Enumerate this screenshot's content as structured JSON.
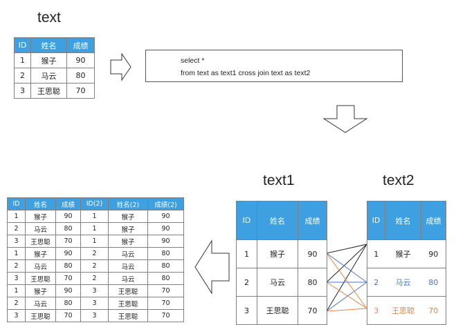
{
  "source": {
    "title": "text",
    "headers": [
      "ID",
      "姓名",
      "成绩"
    ],
    "rows": [
      [
        "1",
        "猴子",
        "90"
      ],
      [
        "2",
        "马云",
        "80"
      ],
      [
        "3",
        "王思聪",
        "70"
      ]
    ]
  },
  "sql": {
    "line1": "select *",
    "line2": "from text as text1 cross join text as text2"
  },
  "text1": {
    "title": "text1",
    "headers": [
      "ID",
      "姓名",
      "成绩"
    ],
    "rows": [
      [
        "1",
        "猴子",
        "90"
      ],
      [
        "2",
        "马云",
        "80"
      ],
      [
        "3",
        "王思聪",
        "70"
      ]
    ]
  },
  "text2": {
    "title": "text2",
    "headers": [
      "ID",
      "姓名",
      "成绩"
    ],
    "rows": [
      [
        "1",
        "猴子",
        "90"
      ],
      [
        "2",
        "马云",
        "80"
      ],
      [
        "3",
        "王思聪",
        "70"
      ]
    ]
  },
  "result": {
    "headers": [
      "ID",
      "姓名",
      "成绩",
      "ID(2)",
      "姓名(2)",
      "成绩(2)"
    ],
    "rows": [
      [
        "1",
        "猴子",
        "90",
        "1",
        "猴子",
        "90"
      ],
      [
        "2",
        "马云",
        "80",
        "1",
        "猴子",
        "90"
      ],
      [
        "3",
        "王思聪",
        "70",
        "1",
        "猴子",
        "90"
      ],
      [
        "1",
        "猴子",
        "90",
        "2",
        "马云",
        "80"
      ],
      [
        "2",
        "马云",
        "80",
        "2",
        "马云",
        "80"
      ],
      [
        "3",
        "王思聪",
        "70",
        "2",
        "马云",
        "80"
      ],
      [
        "1",
        "猴子",
        "90",
        "3",
        "王思聪",
        "70"
      ],
      [
        "2",
        "马云",
        "80",
        "3",
        "王思聪",
        "70"
      ],
      [
        "3",
        "王思聪",
        "70",
        "3",
        "王思聪",
        "70"
      ]
    ]
  },
  "colors": {
    "header_bg": "#3e9fe1",
    "line_black": "#222222",
    "line_blue": "#4a74c8",
    "line_orange": "#f0843c"
  }
}
